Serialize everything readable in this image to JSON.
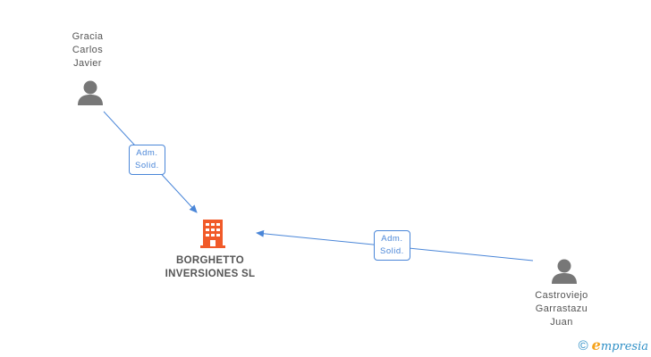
{
  "nodes": {
    "person1": {
      "name": "Gracia\nCarlos\nJavier"
    },
    "person2": {
      "name": "Castroviejo\nGarrastazu\nJuan"
    },
    "company": {
      "name": "BORGHETTO\nINVERSIONES SL"
    }
  },
  "edges": [
    {
      "from": "person1",
      "to": "company",
      "label": "Adm.\nSolid."
    },
    {
      "from": "person2",
      "to": "company",
      "label": "Adm.\nSolid."
    }
  ],
  "colors": {
    "edge": "#4a86d8",
    "person_icon": "#777777",
    "company_icon": "#f15a29",
    "brand": "#2e8fc6",
    "brand_accent": "#f5a21a"
  },
  "watermark": {
    "symbol": "©",
    "brand_initial": "e",
    "brand_rest": "mpresia"
  }
}
